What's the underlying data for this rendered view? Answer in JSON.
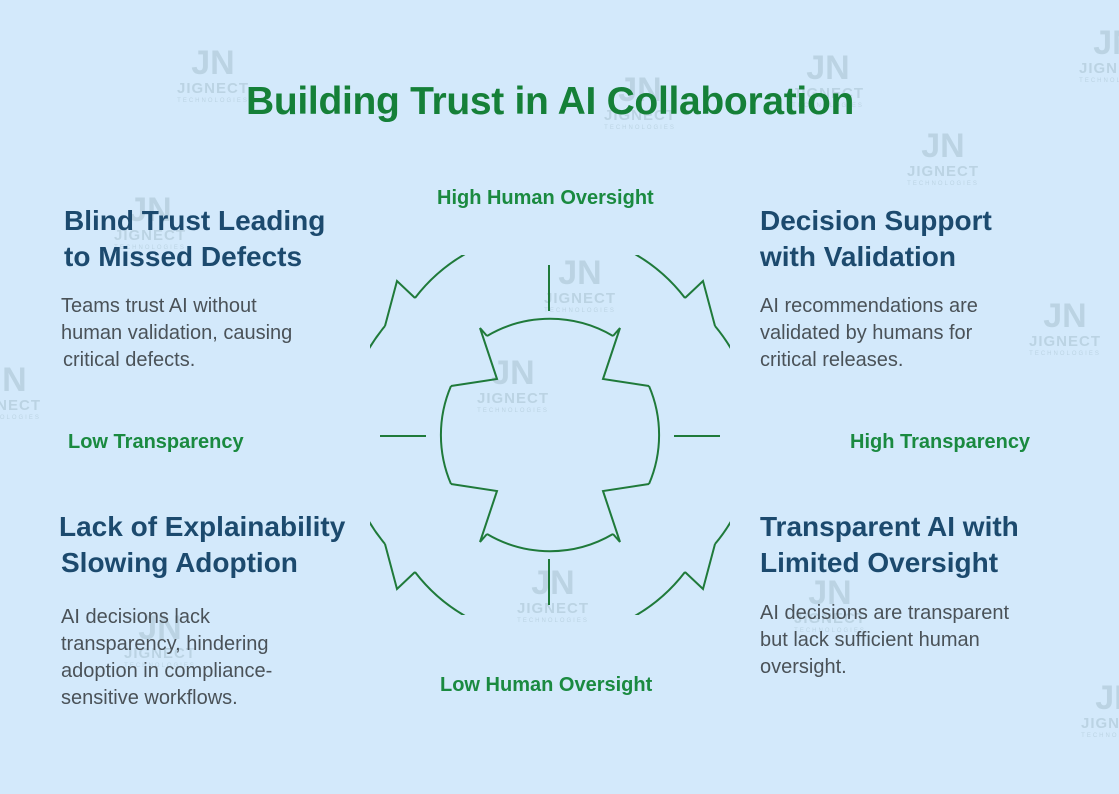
{
  "title": "Building Trust in AI Collaboration",
  "axes": {
    "top": "High Human Oversight",
    "bottom": "Low Human Oversight",
    "left": "Low Transparency",
    "right": "High Transparency"
  },
  "quadrants": {
    "top_left": {
      "heading_line1": "Blind Trust Leading",
      "heading_line2": "to Missed Defects",
      "body_line1": "Teams trust AI without",
      "body_line2": "human validation, causing",
      "body_line3": "critical defects."
    },
    "top_right": {
      "heading_line1": "Decision Support",
      "heading_line2": "with Validation",
      "body_line1": "AI recommendations are",
      "body_line2": "validated by humans for",
      "body_line3": "critical releases."
    },
    "bottom_left": {
      "heading_line1": "Lack of Explainability",
      "heading_line2": "Slowing Adoption",
      "body_line1": "AI decisions lack",
      "body_line2": "transparency, hindering",
      "body_line3": "adoption in compliance-",
      "body_line4": "sensitive workflows."
    },
    "bottom_right": {
      "heading_line1": "Transparent AI with",
      "heading_line2": "Limited Oversight",
      "body_line1": "AI decisions are transparent",
      "body_line2": "but lack sufficient human",
      "body_line3": "oversight."
    }
  },
  "watermark": {
    "monogram": "JN",
    "name": "JIGNECT",
    "sub": "TECHNOLOGIES"
  },
  "colors": {
    "background": "#d3e9fb",
    "title": "#158038",
    "axis_label": "#1a8a40",
    "heading": "#1c4a6e",
    "body": "#4a5258",
    "diagram_stroke": "#1f7a3a"
  }
}
